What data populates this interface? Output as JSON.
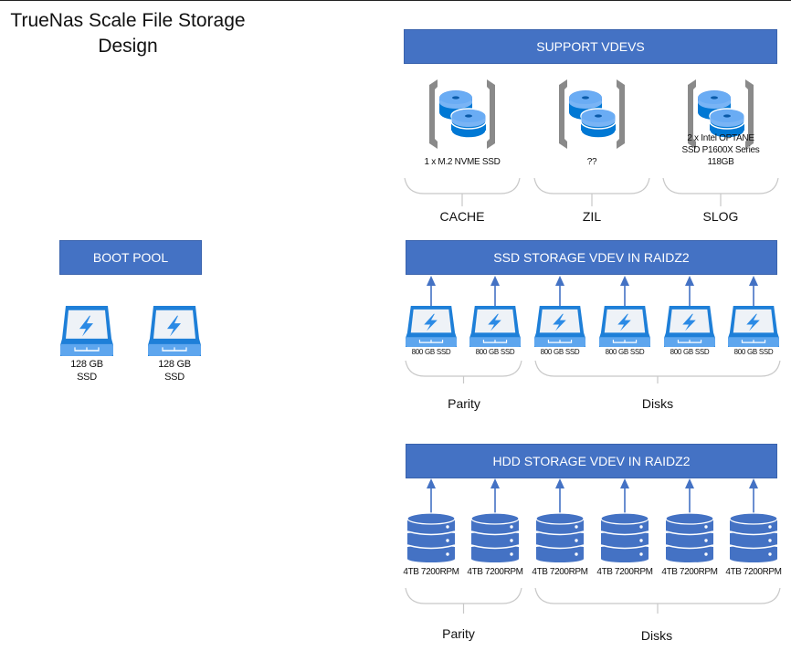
{
  "title": {
    "line1": "TrueNas Scale File Storage",
    "line2": "Design"
  },
  "colors": {
    "bar": "#4472C4",
    "ssd_blue": "#1E7FD8",
    "ssd_light": "#5EA6EE",
    "hdd": "#4472C4",
    "bracket": "#C8C8C8",
    "cache_icon": "#8A8A8A"
  },
  "support": {
    "title": "SUPPORT VDEVS",
    "groups": [
      {
        "desc": [
          "1 x M.2 NVME SSD"
        ],
        "label": "CACHE",
        "icon": "disk-cache-icon"
      },
      {
        "desc": [
          "??"
        ],
        "label": "ZIL",
        "icon": "disk-cache-icon"
      },
      {
        "desc": [
          "2 x Intel OPTANE",
          "SSD P1600X Series",
          "118GB"
        ],
        "label": "SLOG",
        "icon": "disk-cache-icon"
      }
    ]
  },
  "boot": {
    "title": "BOOT POOL",
    "drives": [
      {
        "line1": "128 GB",
        "line2": "SSD"
      },
      {
        "line1": "128 GB",
        "line2": "SSD"
      }
    ]
  },
  "ssd_vdev": {
    "title": "SSD STORAGE VDEV IN RAIDZ2",
    "drives": [
      "800 GB SSD",
      "800 GB SSD",
      "800 GB SSD",
      "800 GB SSD",
      "800 GB SSD",
      "800 GB SSD"
    ],
    "parity_label": "Parity",
    "disks_label": "Disks"
  },
  "hdd_vdev": {
    "title": "HDD STORAGE VDEV IN RAIDZ2",
    "drives": [
      "4TB 7200RPM",
      "4TB 7200RPM",
      "4TB 7200RPM",
      "4TB 7200RPM",
      "4TB 7200RPM",
      "4TB 7200RPM"
    ],
    "parity_label": "Parity",
    "disks_label": "Disks"
  }
}
